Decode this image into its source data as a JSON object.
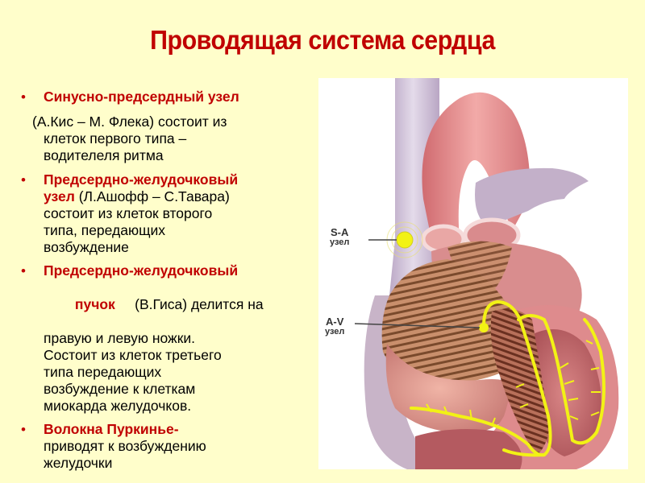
{
  "slide": {
    "title": "Проводящая система сердца",
    "bullets": [
      {
        "term": "Синусно-предсердный узел",
        "description_lines": [
          "(А.Кис – М. Флека) состоит из",
          "клеток первого типа –",
          "водителеля ритма"
        ]
      },
      {
        "term_line1": "Предсердно-желудочковый",
        "term_line2": "узел",
        "description_inline": " (Л.Ашофф – С.Тавара)",
        "description_lines": [
          "состоит из клеток второго",
          "типа, передающих",
          "возбуждение"
        ]
      },
      {
        "term_line1": "Предсердно-желудочковый",
        "term_line2": "пучок",
        "description_inline": "     (В.Гиса) делится на",
        "description_lines": [
          "правую и левую ножки.",
          "Состоит из клеток третьего",
          "типа передающих",
          "возбуждение к клеткам",
          "миокарда желудочков."
        ]
      },
      {
        "term": "Волокна Пуркинье-",
        "description_lines": [
          "приводят к возбуждению",
          "желудочки"
        ]
      }
    ],
    "bullet_symbol": "•"
  },
  "figure": {
    "labels": {
      "sa_line1": "S-A",
      "sa_line2": "узел",
      "av_line1": "A-V",
      "av_line2": "узел"
    },
    "colors": {
      "conduction": "#f2f215",
      "myocardium": "#d9787e",
      "vessel": "#c9b3cc",
      "aorta": "#e28a8a",
      "background": "#ffffff"
    }
  },
  "theme": {
    "background": "#fffecb",
    "title_color": "#c00000",
    "term_color": "#c00000",
    "text_color": "#000000"
  }
}
